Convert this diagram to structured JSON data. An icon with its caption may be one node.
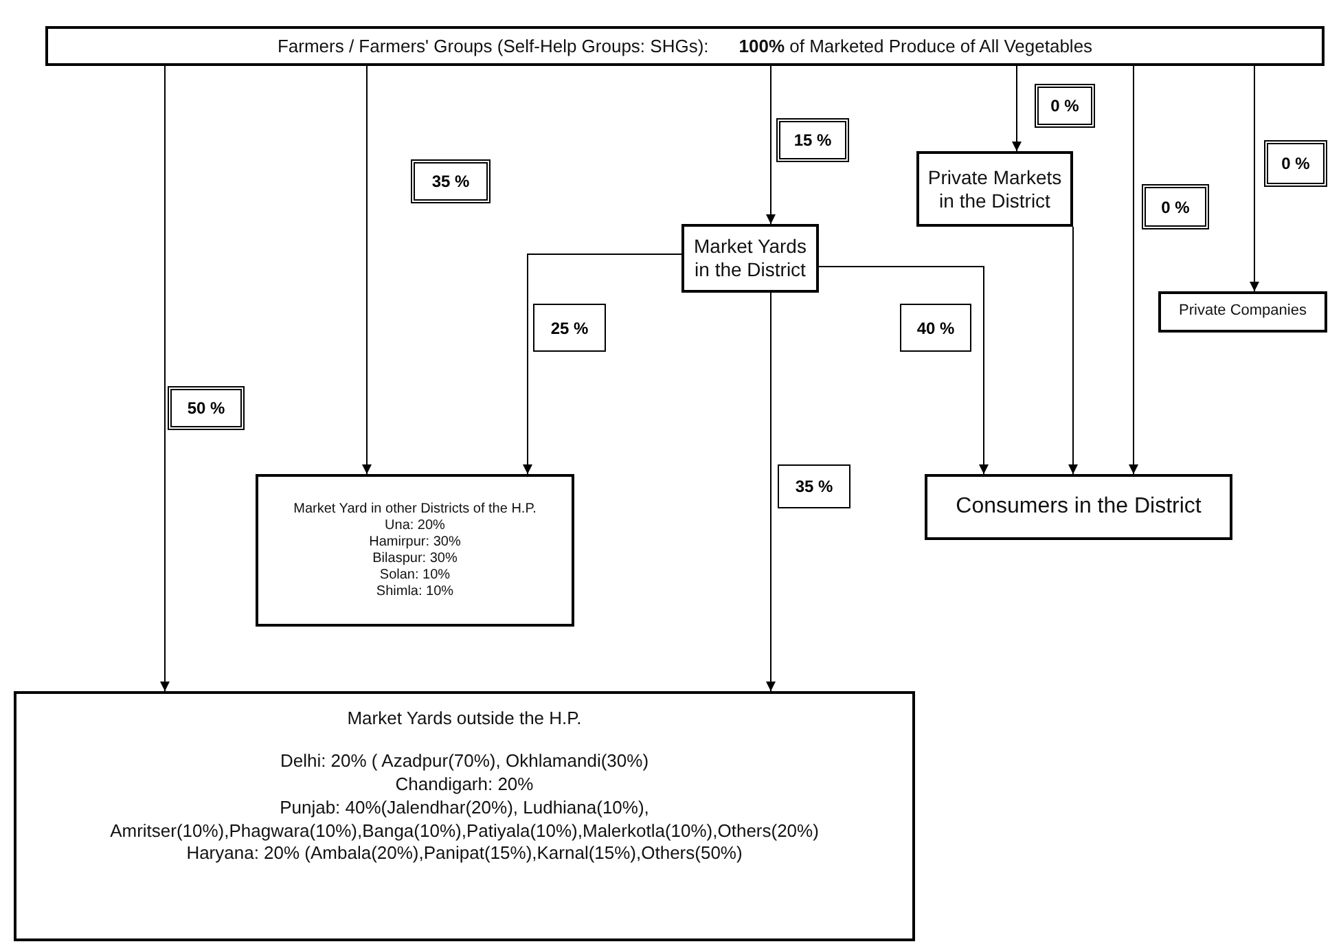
{
  "diagram": {
    "nodes": [
      {
        "text": [
          "Farmers / Farmers' Groups (Self-Help Groups: SHGs):",
          "**100%** of Marketed Produce of All Vegetables"
        ]
      },
      {
        "text": [
          "Market Yards in the District"
        ]
      },
      {
        "text": [
          "Private Markets in the District"
        ]
      },
      {
        "text": [
          "Private Companies"
        ]
      },
      {
        "text": [
          "Market Yard in other Districts of the H.P.",
          "Una: 20%",
          "Hamirpur: 30%",
          "Bilaspur: 30%",
          "Solan: 10%",
          "Shimla: 10%"
        ]
      },
      {
        "text": [
          "Consumers in the District"
        ]
      },
      {
        "text": [
          "Market Yards outside the H.P.",
          "Delhi: 20% ( Azadpur(70%), Okhlamandi(30%)",
          "Chandigarh: 20%",
          "Punjab: 40%(Jalendhar(20%), Ludhiana(10%), Amritser(10%),Phagwara(10%),Banga(10%),Patiyala(10%),Malerkotla(10%),Others(20%)",
          "Haryana: 20% (Ambala(20%),Panipat(15%),Karnal(15%),Others(50%)"
        ]
      }
    ],
    "edges": [
      {
        "from": 0,
        "to": 6,
        "arrow": "to",
        "label": "50 %"
      },
      {
        "from": 0,
        "to": 4,
        "arrow": "to",
        "label": "35 %"
      },
      {
        "from": 0,
        "to": 1,
        "arrow": "to",
        "label": "15 %"
      },
      {
        "from": 0,
        "to": 2,
        "arrow": "to",
        "label": "0 %"
      },
      {
        "from": 0,
        "to": 5,
        "arrow": "to",
        "label": "0 %"
      },
      {
        "from": 0,
        "to": 3,
        "arrow": "to",
        "label": "0 %"
      },
      {
        "from": 1,
        "to": 4,
        "arrow": "to",
        "label": "25 %"
      },
      {
        "from": 1,
        "to": 5,
        "arrow": "to",
        "label": "40 %"
      },
      {
        "from": 1,
        "to": 6,
        "arrow": "to",
        "label": "35 %"
      },
      {
        "from": 2,
        "to": 5,
        "arrow": "to"
      }
    ]
  }
}
